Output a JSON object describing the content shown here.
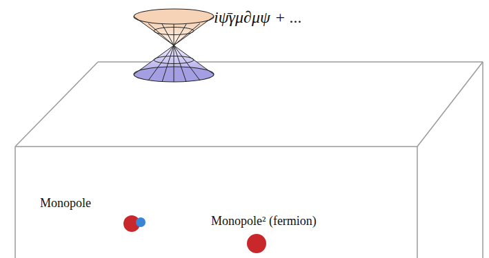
{
  "diagram": {
    "labels": [
      "iψ̄γμ∂μψ + ...",
      "Monopole",
      "Monopole² (fermion)"
    ]
  }
}
